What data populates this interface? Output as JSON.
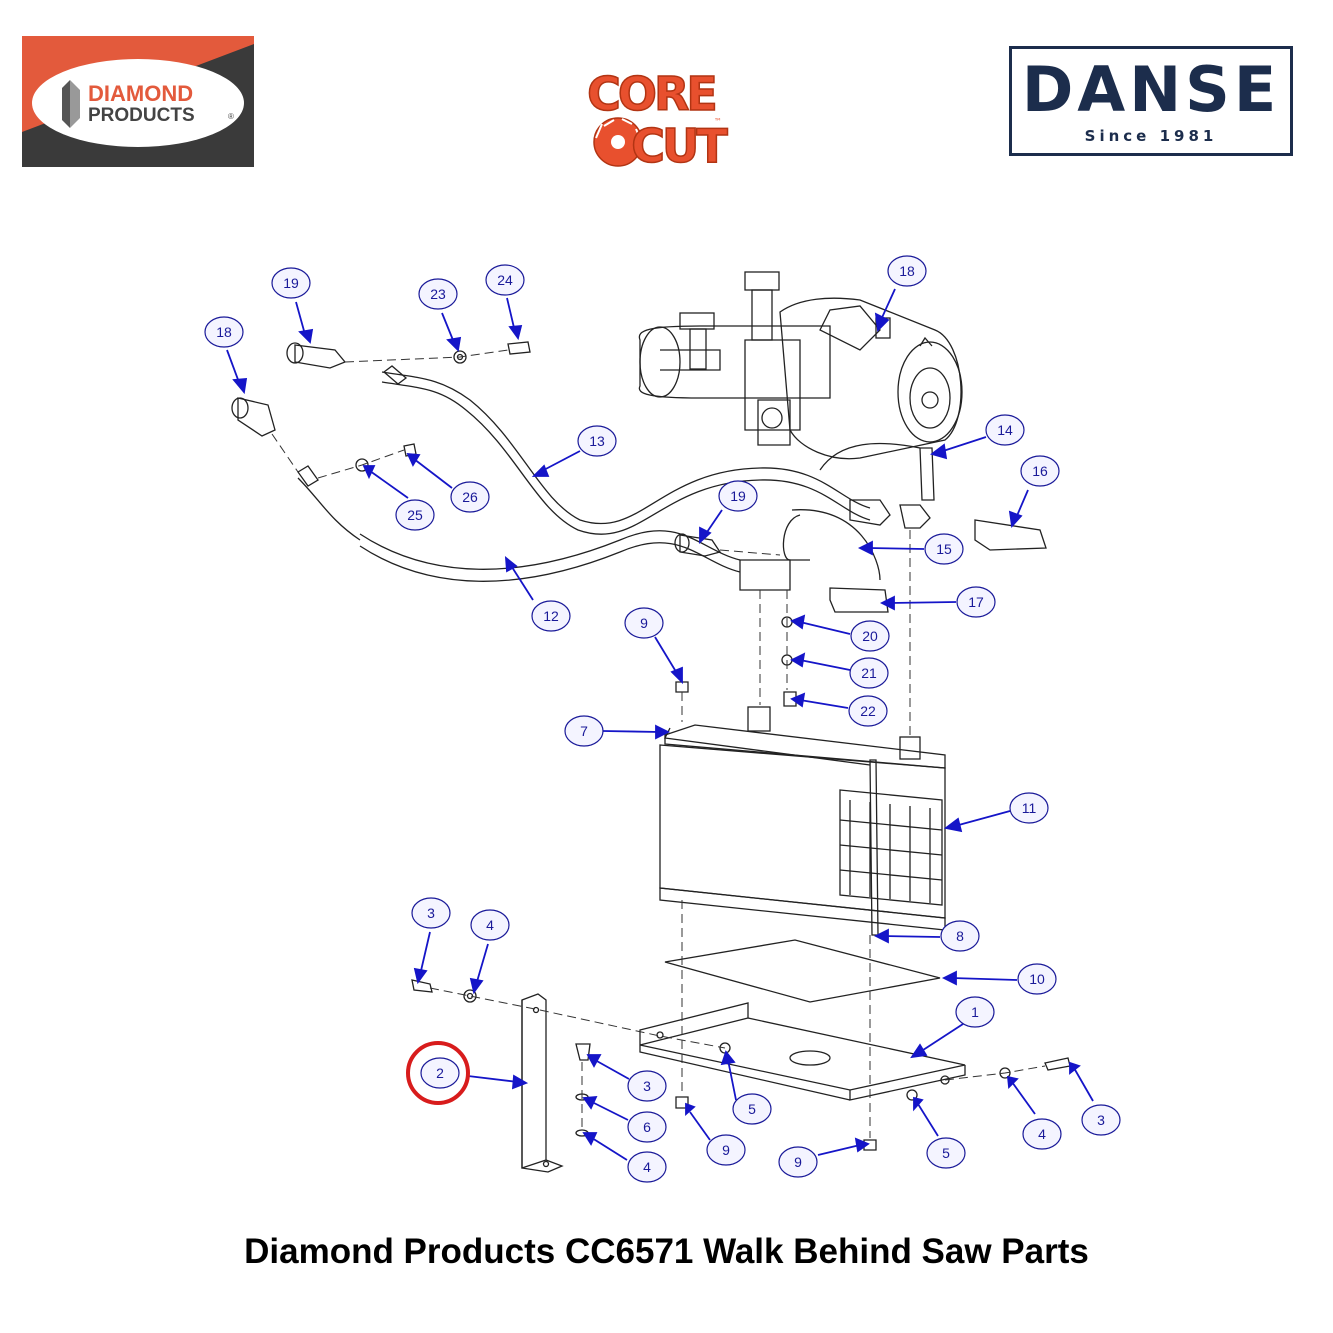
{
  "logos": {
    "diamond_products": {
      "line1": "DIAMOND",
      "line2": "PRODUCTS",
      "mark": "®"
    },
    "core_cut": {
      "line1": "CORE",
      "line2": "CUT",
      "mark": "™"
    },
    "danse": {
      "name": "DANSE",
      "since": "Since 1981"
    }
  },
  "callouts": [
    {
      "id": "c19a",
      "label": "19"
    },
    {
      "id": "c23",
      "label": "23"
    },
    {
      "id": "c24",
      "label": "24"
    },
    {
      "id": "c18a",
      "label": "18"
    },
    {
      "id": "c18b",
      "label": "18"
    },
    {
      "id": "c13",
      "label": "13"
    },
    {
      "id": "c14",
      "label": "14"
    },
    {
      "id": "c16",
      "label": "16"
    },
    {
      "id": "c26",
      "label": "26"
    },
    {
      "id": "c25",
      "label": "25"
    },
    {
      "id": "c19b",
      "label": "19"
    },
    {
      "id": "c15",
      "label": "15"
    },
    {
      "id": "c17",
      "label": "17"
    },
    {
      "id": "c12",
      "label": "12"
    },
    {
      "id": "c9a",
      "label": "9"
    },
    {
      "id": "c20",
      "label": "20"
    },
    {
      "id": "c21",
      "label": "21"
    },
    {
      "id": "c22",
      "label": "22"
    },
    {
      "id": "c7",
      "label": "7"
    },
    {
      "id": "c11",
      "label": "11"
    },
    {
      "id": "c3a",
      "label": "3"
    },
    {
      "id": "c4a",
      "label": "4"
    },
    {
      "id": "c8",
      "label": "8"
    },
    {
      "id": "c10",
      "label": "10"
    },
    {
      "id": "c1",
      "label": "1"
    },
    {
      "id": "c2",
      "label": "2",
      "highlighted": true
    },
    {
      "id": "c3b",
      "label": "3"
    },
    {
      "id": "c5a",
      "label": "5"
    },
    {
      "id": "c6",
      "label": "6"
    },
    {
      "id": "c4b",
      "label": "4"
    },
    {
      "id": "c9b",
      "label": "9"
    },
    {
      "id": "c9c",
      "label": "9"
    },
    {
      "id": "c5b",
      "label": "5"
    },
    {
      "id": "c4c",
      "label": "4"
    },
    {
      "id": "c3c",
      "label": "3"
    }
  ],
  "colors": {
    "callout": "#1a1a99",
    "arrow": "#1515c8",
    "highlight": "#d81c1c",
    "diamond_red": "#e35a3c",
    "diamond_dark": "#3a3a3a",
    "corecut": "#e8502e",
    "danse_navy": "#1c2d4c"
  },
  "caption": "Diamond Products CC6571 Walk Behind Saw Parts"
}
